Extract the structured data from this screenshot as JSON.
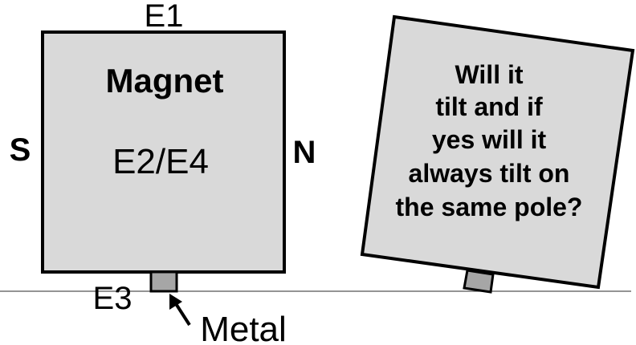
{
  "labels": {
    "edge_top": "E1",
    "pole_left": "S",
    "pole_right": "N",
    "magnet_title": "Magnet",
    "magnet_edges": "E2/E4",
    "edge_bottom": "E3",
    "metal": "Metal"
  },
  "question": {
    "lines": [
      "Will it",
      "tilt and if",
      "yes will it",
      "always tilt on",
      "the same pole?"
    ]
  },
  "colors": {
    "block_fill": "#d9d9d9",
    "metal_fill": "#a6a6a6",
    "stroke": "#000000",
    "ground": "#555555"
  }
}
